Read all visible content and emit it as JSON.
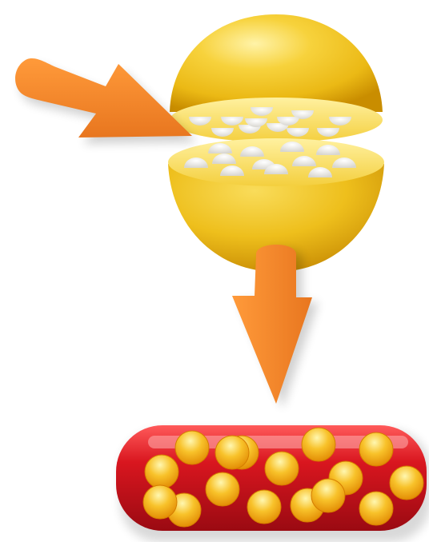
{
  "diagram": {
    "colors": {
      "background": "#ffffff",
      "arrow": "#f08a2c",
      "sphere": "#f2c21c",
      "sphere_highlight": "#fff3a8",
      "sphere_shadow": "#c98d00",
      "dome": "#e8e6e2",
      "capsule": "#c4121e",
      "capsule_highlight": "#ff6a6a",
      "bead": "#f3a70d",
      "bead_highlight": "#fff7b0"
    },
    "elements": {
      "input_arrow_icon": "arrow-right-icon",
      "output_arrow_icon": "arrow-down-icon",
      "sphere_icon": "split-sphere-icon",
      "capsule_icon": "capsule-icon"
    },
    "counts": {
      "top_dimples": 12,
      "bottom_dimples": 12,
      "capsule_beads": 16
    }
  }
}
